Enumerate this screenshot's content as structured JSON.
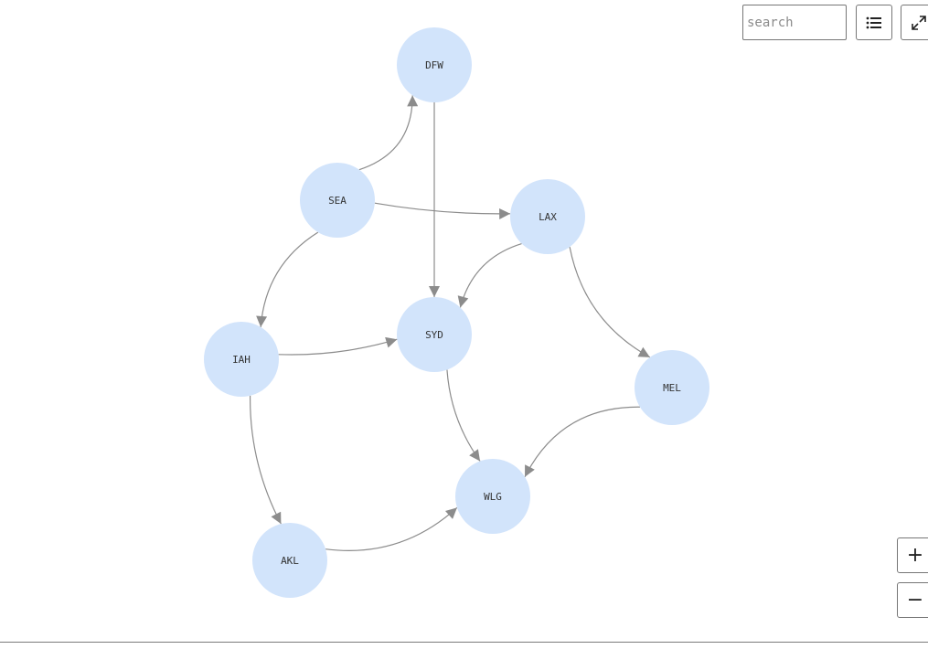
{
  "toolbar": {
    "search_placeholder": "search",
    "list_icon": "list-icon",
    "fullscreen_icon": "expand-icon",
    "zoom_in_label": "+",
    "zoom_out_label": "−"
  },
  "colors": {
    "node_fill": "#d2e4fb",
    "edge_stroke": "#8c8c8c",
    "label": "#333333"
  },
  "graph": {
    "nodes": [
      {
        "id": "DFW",
        "label": "DFW"
      },
      {
        "id": "SEA",
        "label": "SEA"
      },
      {
        "id": "LAX",
        "label": "LAX"
      },
      {
        "id": "SYD",
        "label": "SYD"
      },
      {
        "id": "IAH",
        "label": "IAH"
      },
      {
        "id": "MEL",
        "label": "MEL"
      },
      {
        "id": "WLG",
        "label": "WLG"
      },
      {
        "id": "AKL",
        "label": "AKL"
      }
    ],
    "edges": [
      {
        "from": "SEA",
        "to": "DFW"
      },
      {
        "from": "SEA",
        "to": "LAX"
      },
      {
        "from": "SEA",
        "to": "IAH"
      },
      {
        "from": "DFW",
        "to": "SYD"
      },
      {
        "from": "LAX",
        "to": "SYD"
      },
      {
        "from": "LAX",
        "to": "MEL"
      },
      {
        "from": "IAH",
        "to": "SYD"
      },
      {
        "from": "IAH",
        "to": "AKL"
      },
      {
        "from": "SYD",
        "to": "WLG"
      },
      {
        "from": "MEL",
        "to": "WLG"
      },
      {
        "from": "AKL",
        "to": "WLG"
      }
    ]
  }
}
